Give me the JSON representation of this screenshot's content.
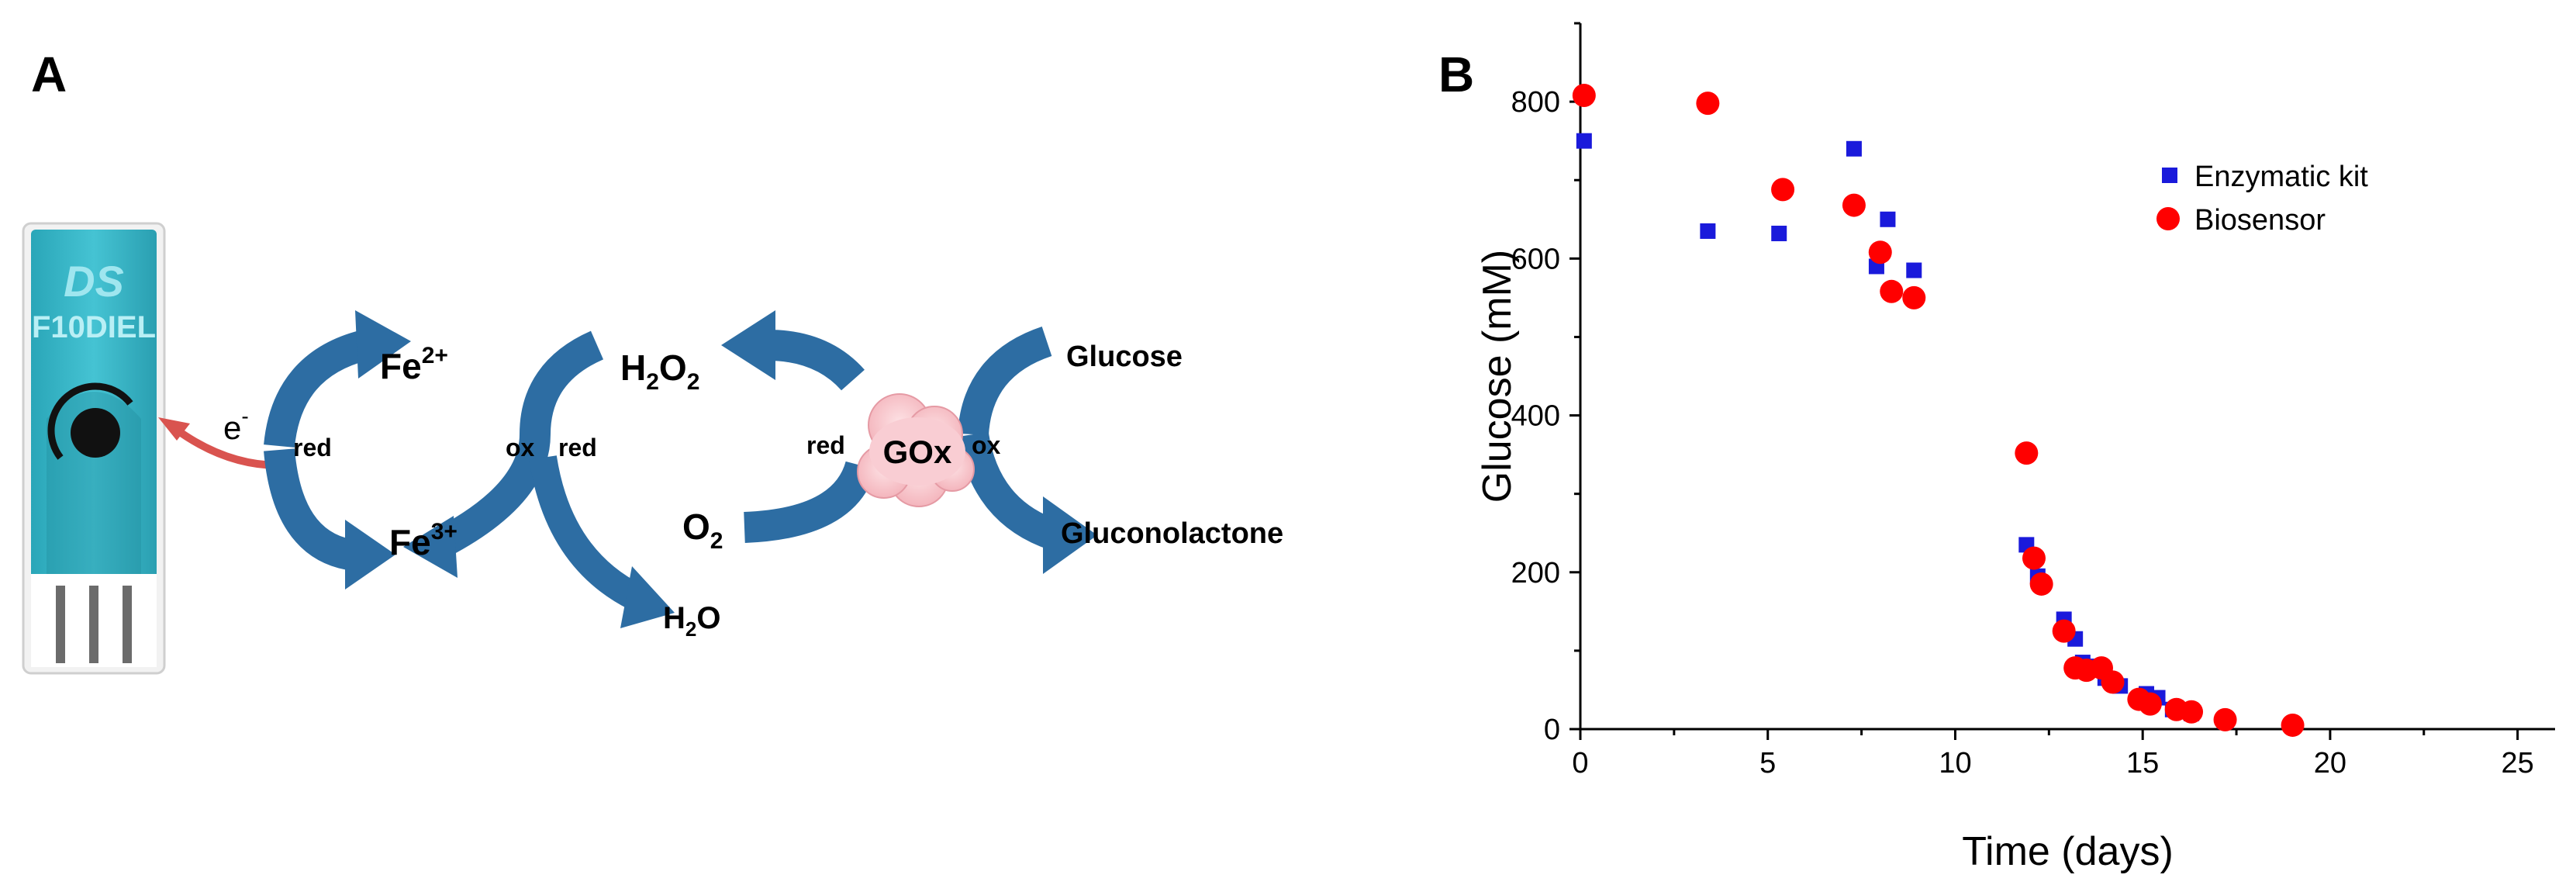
{
  "panels": {
    "a_letter": "A",
    "b_letter": "B"
  },
  "strip": {
    "brand": "DS",
    "model": "F10DIEL"
  },
  "scheme": {
    "electron": "e",
    "electron_sup": "-",
    "red_left": "red",
    "ox_mid": "ox",
    "red_mid": "red",
    "red_right": "red",
    "ox_right": "ox",
    "fe2_base": "Fe",
    "fe2_sup": "2+",
    "fe3_base": "Fe",
    "fe3_sup": "3+",
    "h2o2_h": "H",
    "h2o2_sub1": "2",
    "h2o2_o": "O",
    "h2o2_sub2": "2",
    "o2_base": "O",
    "o2_sub": "2",
    "h2o_h": "H",
    "h2o_sub": "2",
    "h2o_o": "O",
    "enzyme": "GOx",
    "substrate": "Glucose",
    "product": "Gluconolactone"
  },
  "colors": {
    "arrow_blue": "#2d6da3",
    "strip_teal": "#33b5c6",
    "electron_arrow": "#d9534f",
    "gox_fill": "#f7c6cc",
    "series_kit": "#1a1adb",
    "series_bio": "#ff0000"
  },
  "chart_data": {
    "type": "scatter",
    "xlabel": "Time (days)",
    "ylabel": "Glucose (mM)",
    "xlim": [
      0,
      26
    ],
    "ylim": [
      0,
      900
    ],
    "xticks": [
      0,
      5,
      10,
      15,
      20,
      25
    ],
    "yticks": [
      0,
      200,
      400,
      600,
      800
    ],
    "legend_position": "top-right",
    "grid": false,
    "series": [
      {
        "name": "Enzymatic kit",
        "marker": "square",
        "points": [
          [
            0.1,
            750
          ],
          [
            3.4,
            635
          ],
          [
            5.3,
            632
          ],
          [
            7.3,
            740
          ],
          [
            7.9,
            590
          ],
          [
            8.2,
            650
          ],
          [
            8.9,
            585
          ],
          [
            11.9,
            235
          ],
          [
            12.2,
            195
          ],
          [
            12.9,
            140
          ],
          [
            13.2,
            115
          ],
          [
            13.4,
            85
          ],
          [
            13.7,
            80
          ],
          [
            14.0,
            65
          ],
          [
            14.4,
            55
          ],
          [
            15.1,
            45
          ],
          [
            15.4,
            40
          ],
          [
            15.8,
            25
          ],
          [
            16.3,
            20
          ],
          [
            17.2,
            10
          ],
          [
            19.0,
            5
          ]
        ]
      },
      {
        "name": "Biosensor",
        "marker": "circle",
        "points": [
          [
            0.1,
            808
          ],
          [
            3.4,
            798
          ],
          [
            5.4,
            688
          ],
          [
            7.3,
            668
          ],
          [
            8.0,
            608
          ],
          [
            8.3,
            558
          ],
          [
            8.9,
            550
          ],
          [
            11.9,
            352
          ],
          [
            12.1,
            218
          ],
          [
            12.3,
            185
          ],
          [
            12.9,
            125
          ],
          [
            13.2,
            78
          ],
          [
            13.5,
            75
          ],
          [
            13.9,
            78
          ],
          [
            14.2,
            60
          ],
          [
            14.9,
            38
          ],
          [
            15.2,
            32
          ],
          [
            15.9,
            25
          ],
          [
            16.3,
            22
          ],
          [
            17.2,
            12
          ],
          [
            19.0,
            5
          ]
        ]
      }
    ]
  }
}
